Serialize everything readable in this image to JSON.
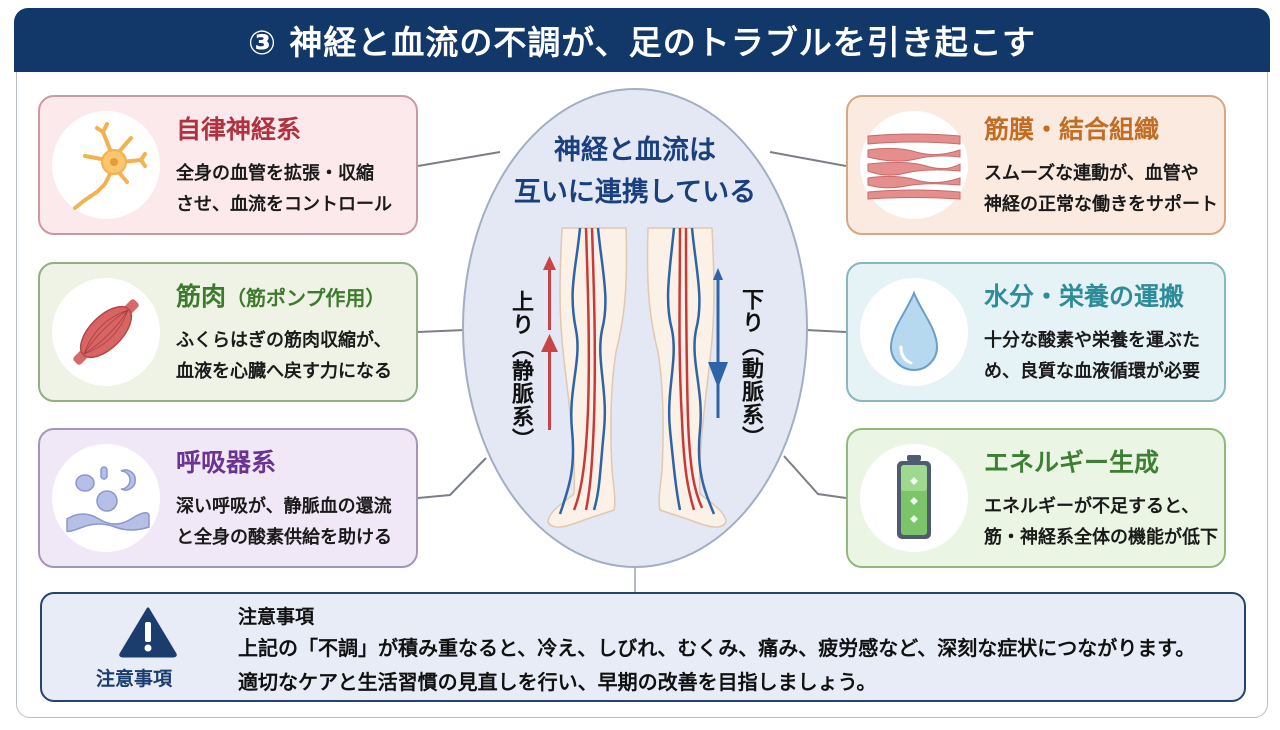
{
  "header": {
    "title": "③ 神経と血流の不調が、足のトラブルを引き起こす"
  },
  "center": {
    "title_line1": "神経と血流は",
    "title_line2": "互いに連携している",
    "left_label": "上り（静脈系）",
    "right_label": "下り（動脈系）",
    "colors": {
      "artery": "#c83a3a",
      "vein": "#2d63a8"
    }
  },
  "cards": {
    "autonomic": {
      "icon": "neuron-icon",
      "title": "自律神経系",
      "desc_line1": "全身の血管を拡張・収縮",
      "desc_line2": "させ、血流をコントロール"
    },
    "muscle": {
      "icon": "muscle-icon",
      "title": "筋肉",
      "title_sub": "（筋ポンプ作用）",
      "desc_line1": "ふくらはぎの筋肉収縮が、",
      "desc_line2": "血液を心臓へ戻す力になる"
    },
    "respiratory": {
      "icon": "lung-bubbles-icon",
      "title": "呼吸器系",
      "desc_line1": "深い呼吸が、静脈血の還流",
      "desc_line2": "と全身の酸素供給を助ける"
    },
    "fascia": {
      "icon": "fascia-fibers-icon",
      "title": "筋膜・結合組織",
      "desc_line1": "スムーズな連動が、血管や",
      "desc_line2": "神経の正常な働きをサポート"
    },
    "water": {
      "icon": "water-drop-icon",
      "title": "水分・栄養の運搬",
      "desc_line1": "十分な酸素や栄養を運ぶた",
      "desc_line2": "め、良質な血液循環が必要"
    },
    "energy": {
      "icon": "battery-icon",
      "title": "エネルギー生成",
      "desc_line1": "エネルギーが不足すると、",
      "desc_line2": "筋・神経系全体の機能が低下"
    }
  },
  "notice": {
    "icon": "warning-icon",
    "icon_label": "注意事項",
    "heading": "注意事項",
    "line1": "上記の「不調」が積み重なると、冷え、しびれ、むくみ、痛み、疲労感など、深刻な症状につながります。",
    "line2": "適切なケアと生活習慣の見直しを行い、早期の改善を目指しましょう。"
  }
}
